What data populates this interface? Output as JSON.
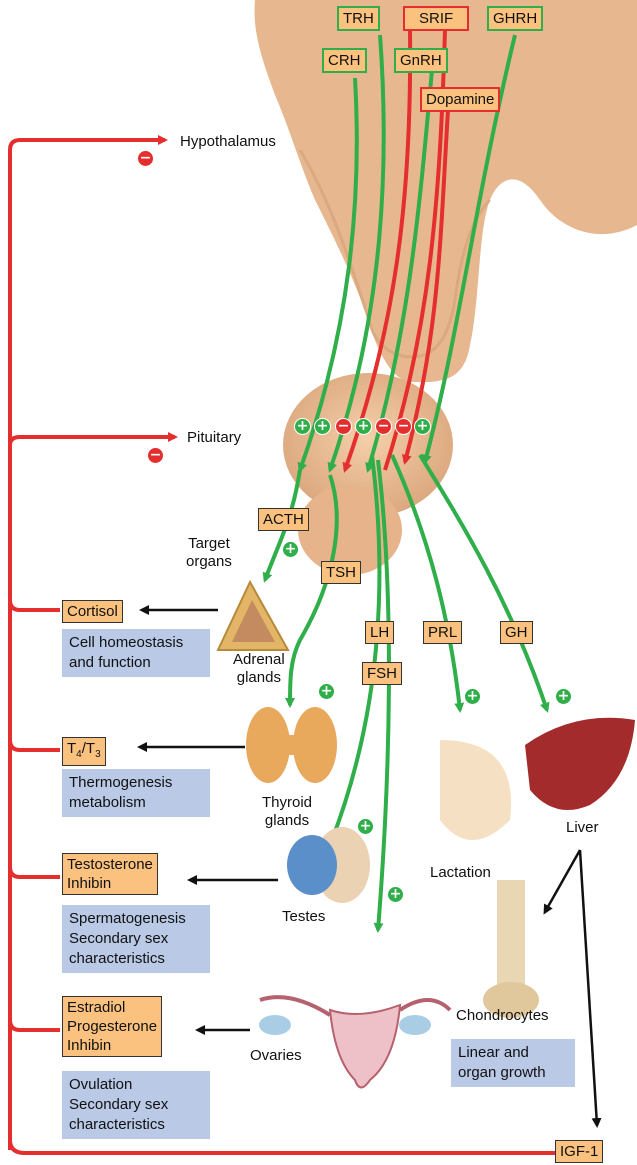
{
  "hormones": {
    "trh": "TRH",
    "srif": "SRIF",
    "ghrh": "GHRH",
    "crh": "CRH",
    "gnrh": "GnRH",
    "dopamine": "Dopamine",
    "acth": "ACTH",
    "tsh": "TSH",
    "lh": "LH",
    "fsh": "FSH",
    "prl": "PRL",
    "gh": "GH",
    "igf1": "IGF-1"
  },
  "feedback": {
    "hypothalamus": "Hypothalamus",
    "pituitary": "Pituitary"
  },
  "organs": {
    "target_organs": [
      "Target",
      "organs"
    ],
    "adrenal": [
      "Adrenal",
      "glands"
    ],
    "thyroid": [
      "Thyroid",
      "glands"
    ],
    "testes": "Testes",
    "ovaries": "Ovaries",
    "lactation": "Lactation",
    "liver": "Liver",
    "chondrocytes": "Chondrocytes"
  },
  "products": {
    "cortisol": "Cortisol",
    "t4": "T",
    "t4_sub": "4",
    "t3": "/T",
    "t3_sub": "3",
    "testosterone": [
      "Testosterone",
      "Inhibin"
    ],
    "estradiol": [
      "Estradiol",
      "Progesterone",
      "Inhibin"
    ]
  },
  "effects": {
    "cell": [
      "Cell homeostasis",
      "and function"
    ],
    "thermo": [
      "Thermogenesis",
      "metabolism"
    ],
    "sperm": [
      "Spermatogenesis",
      "Secondary sex",
      "characteristics"
    ],
    "ovulation": [
      "Ovulation",
      "Secondary sex",
      "characteristics"
    ],
    "linear": [
      "Linear and",
      "organ growth"
    ]
  },
  "signs": {
    "plus": "+",
    "minus": "−"
  },
  "colors": {
    "stimulate": "#2fae4a",
    "inhibit": "#e52e2e",
    "gland": "#e9bf97",
    "box": "#fbc27f",
    "effect": "#b9c9e6"
  }
}
